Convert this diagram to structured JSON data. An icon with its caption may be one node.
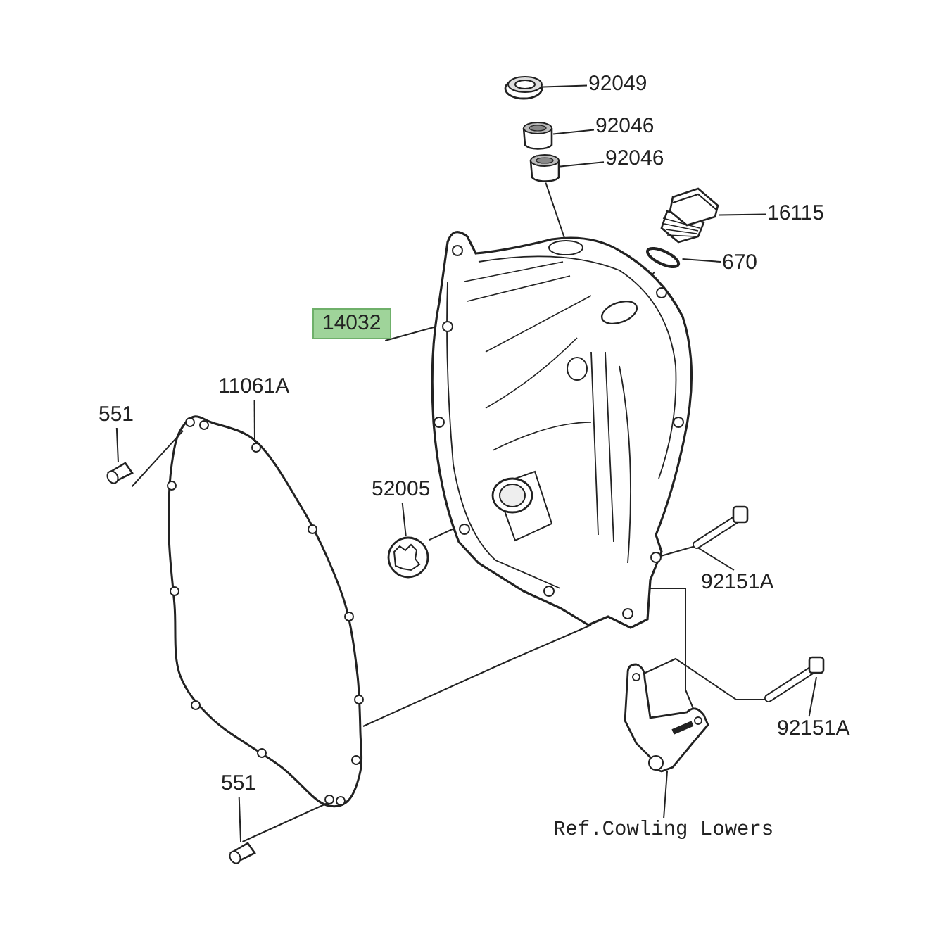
{
  "diagram": {
    "nodes": [
      {
        "text": [
          "92049"
        ]
      },
      {
        "text": [],
        "shape": "picture"
      },
      {
        "text": [
          "92046"
        ]
      },
      {
        "text": [],
        "shape": "cylinder"
      },
      {
        "text": [
          "92046"
        ]
      },
      {
        "text": [],
        "shape": "cylinder"
      },
      {
        "text": [
          "16115"
        ]
      },
      {
        "text": [],
        "shape": "picture"
      },
      {
        "text": [
          "670"
        ]
      },
      {
        "text": [],
        "shape": "circle"
      },
      {
        "text": [
          "14032"
        ]
      },
      {
        "text": [],
        "shape": "picture"
      },
      {
        "text": [
          "11061A"
        ]
      },
      {
        "text": [],
        "shape": "picture"
      },
      {
        "text": [
          "551"
        ]
      },
      {
        "text": [],
        "shape": "picture"
      },
      {
        "text": [
          "52005"
        ]
      },
      {
        "text": [],
        "shape": "picture"
      },
      {
        "text": [
          "92151A"
        ]
      },
      {
        "text": [],
        "shape": "picture"
      },
      {
        "text": [
          "92151A"
        ]
      },
      {
        "text": [],
        "shape": "picture"
      },
      {
        "text": [
          "Ref.Cowling Lowers"
        ]
      },
      {
        "text": [],
        "shape": "picture"
      },
      {
        "text": [
          "551"
        ]
      },
      {
        "text": [],
        "shape": "picture"
      }
    ],
    "edges": [
      {
        "from": 0,
        "to": 1,
        "arrow": "none"
      },
      {
        "from": 2,
        "to": 3,
        "arrow": "none"
      },
      {
        "from": 4,
        "to": 5,
        "arrow": "none"
      },
      {
        "from": 6,
        "to": 7,
        "arrow": "none"
      },
      {
        "from": 8,
        "to": 9,
        "arrow": "none"
      },
      {
        "from": 10,
        "to": 11,
        "arrow": "none"
      },
      {
        "from": 12,
        "to": 13,
        "arrow": "none"
      },
      {
        "from": 14,
        "to": 15,
        "arrow": "none"
      },
      {
        "from": 16,
        "to": 17,
        "arrow": "none"
      },
      {
        "from": 18,
        "to": 19,
        "arrow": "none"
      },
      {
        "from": 20,
        "to": 21,
        "arrow": "none"
      },
      {
        "from": 22,
        "to": 23,
        "arrow": "none"
      },
      {
        "from": 24,
        "to": 25,
        "arrow": "none"
      },
      {
        "from": 5,
        "to": 11,
        "arrow": "none"
      },
      {
        "from": 9,
        "to": 11,
        "arrow": "none"
      },
      {
        "from": 15,
        "to": 13,
        "arrow": "none"
      },
      {
        "from": 17,
        "to": 11,
        "arrow": "none"
      },
      {
        "from": 19,
        "to": 11,
        "arrow": "none"
      },
      {
        "from": 21,
        "to": 23,
        "arrow": "none"
      },
      {
        "from": 25,
        "to": 13,
        "arrow": "none"
      },
      {
        "from": 13,
        "to": 11,
        "arrow": "none"
      },
      {
        "from": 23,
        "to": 11,
        "arrow": "none"
      }
    ]
  }
}
